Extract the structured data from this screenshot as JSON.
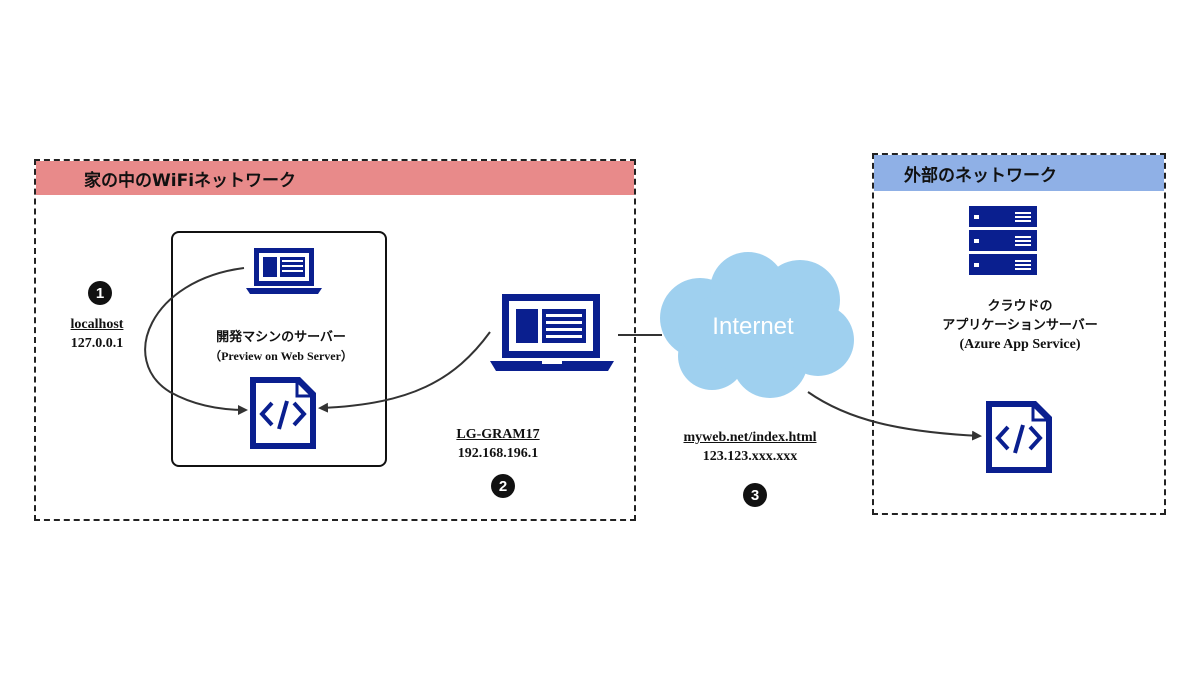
{
  "home_network": {
    "title": "家の中のWiFiネットワーク",
    "header_color": "#e88a8a"
  },
  "external_network": {
    "title": "外部のネットワーク",
    "header_color": "#8fb0e6"
  },
  "dev_server": {
    "name": "開発マシンのサーバー",
    "detail": "（Preview on Web Server）"
  },
  "localhost": {
    "number": "1",
    "host": "localhost",
    "ip": "127.0.0.1"
  },
  "lan_pc": {
    "number": "2",
    "host": "LG-GRAM17",
    "ip": "192.168.196.1"
  },
  "internet": {
    "number": "3",
    "label": "Internet",
    "url": "myweb.net/index.html",
    "ip": "123.123.xxx.xxx",
    "cloud_color": "#9fd0ef"
  },
  "cloud_server": {
    "line1": "クラウドの",
    "line2": "アプリケーションサーバー",
    "line3": "(Azure App Service)"
  },
  "icon_color": "#0a1f8f"
}
